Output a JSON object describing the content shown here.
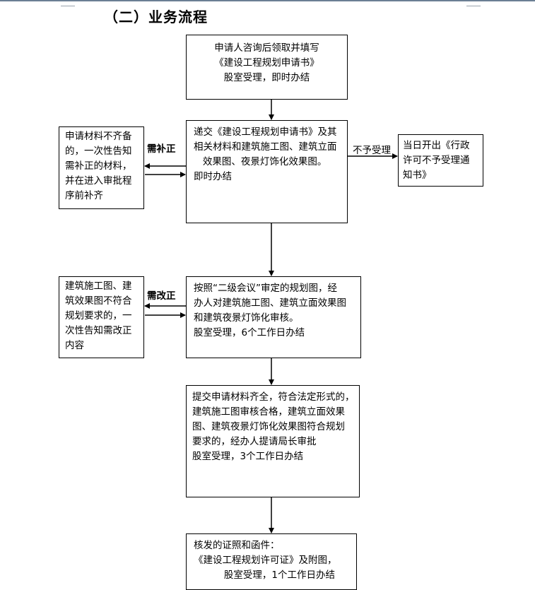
{
  "heading": "（二）业务流程",
  "steps": {
    "apply": "申请人咨询后领取并填写\n《建设工程规划申请书》\n股室受理，即时办结",
    "submit": "递交《建设工程规划申请书》及其\n相关材料和建筑施工图、建筑立面\n   效果图、夜景灯饰化效果图。\n即时办结",
    "review": "按照“二级会议”审定的规划图，经\n办人对建筑施工图、建筑立面效果图\n和建筑夜景灯饰化审核。\n股室受理，6个工作日办结",
    "approve": "提交申请材料齐全，符合法定形式的，\n建筑施工图审核合格，建筑立面效果\n图、建筑夜景灯饰化效果图符合规划\n要求的，经办人提请局长审批\n股室受理，3个工作日办结",
    "issue": "核发的证照和函件：\n《建设工程规划许可证》及附图，\n          股室受理，1个工作日办结"
  },
  "side_boxes": {
    "supplement": "申请材料不齐备\n的，一次性告知\n需补正的材料，\n并在进入审批程\n序前补齐",
    "reject": "当日开出《行政\n许可不予受理通\n知书》",
    "correct": "建筑施工图、建\n筑效果图不符合\n规划要求的，一\n次性告知需改正\n内容"
  },
  "labels": {
    "need_supplement": "需补正",
    "not_accepted": "不予受理",
    "need_correction": "需改正"
  }
}
